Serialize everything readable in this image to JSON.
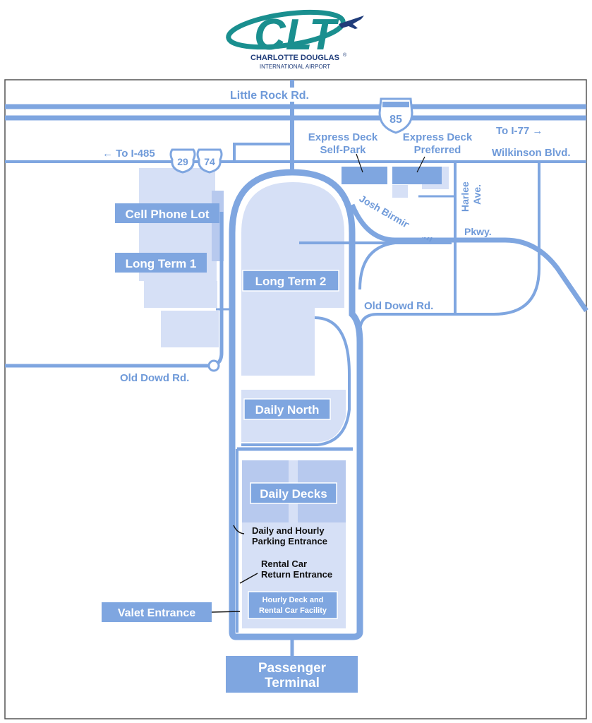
{
  "logo": {
    "code": "CLT",
    "name": "CHARLOTTE DOUGLAS",
    "subname": "INTERNATIONAL AIRPORT",
    "registered": "®"
  },
  "colors": {
    "road": "#7fa6e0",
    "lot": "#d6e0f6",
    "lot_mid": "#b7c9ee",
    "label_fill": "#6f9ad9",
    "deck_dark": "#5b8bd6",
    "brand_teal": "#1a8f8f",
    "brand_navy": "#1f3c7a"
  },
  "roads": {
    "little_rock": "Little Rock Rd.",
    "interstate_85": "85",
    "to_i485": "← To I-485",
    "route_29": "29",
    "route_74": "74",
    "to_i77": "To I-77 →",
    "wilkinson": "Wilkinson Blvd.",
    "harlee_line1": "Harlee",
    "harlee_line2": "Ave.",
    "josh_birmingham": "Josh Birmingham",
    "pkwy": "Pkwy.",
    "old_dowd_east": "Old Dowd Rd.",
    "old_dowd_west": "Old Dowd Rd."
  },
  "express": {
    "self_park_line1": "Express Deck",
    "self_park_line2": "Self-Park",
    "preferred_line1": "Express Deck",
    "preferred_line2": "Preferred"
  },
  "lots": {
    "cell_phone": "Cell Phone Lot",
    "long_term_1": "Long Term 1",
    "long_term_2": "Long Term 2",
    "daily_north": "Daily North",
    "daily_decks": "Daily Decks",
    "hourly_line1": "Hourly Deck and",
    "hourly_line2": "Rental Car Facility",
    "valet": "Valet Entrance",
    "terminal_line1": "Passenger",
    "terminal_line2": "Terminal"
  },
  "entrances": {
    "daily_hourly_line1": "Daily and Hourly",
    "daily_hourly_line2": "Parking Entrance",
    "rental_line1": "Rental Car",
    "rental_line2": "Return Entrance"
  }
}
